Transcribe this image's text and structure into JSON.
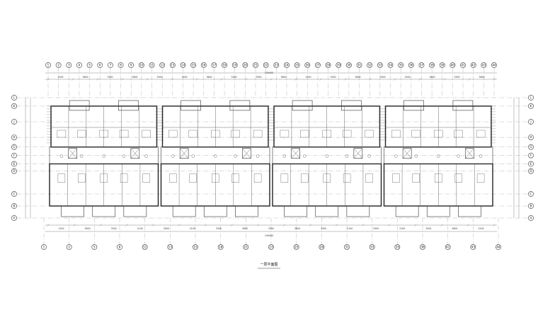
{
  "drawing": {
    "title": "一层平面图",
    "col_axes_top": [
      "1",
      "2",
      "3",
      "4",
      "5",
      "6",
      "7",
      "8",
      "9",
      "10",
      "11",
      "12",
      "13",
      "14",
      "15",
      "16",
      "17",
      "18",
      "19",
      "20",
      "21",
      "22",
      "23",
      "24",
      "25",
      "26",
      "27",
      "28",
      "29",
      "30",
      "31",
      "32",
      "33",
      "34",
      "35",
      "36",
      "37",
      "38",
      "39",
      "40",
      "41",
      "42",
      "43",
      "44"
    ],
    "col_axes_bottom": [
      "1",
      "2",
      "5",
      "8",
      "11",
      "13",
      "15",
      "18",
      "21",
      "23",
      "25",
      "28",
      "31",
      "33",
      "35",
      "38",
      "41",
      "43",
      "44"
    ],
    "row_axes": [
      "L",
      "K",
      "J",
      "H",
      "G",
      "F",
      "E",
      "D",
      "C",
      "B",
      "A"
    ],
    "top_dims": [
      "1500",
      "3600",
      "3300",
      "3600",
      "3300",
      "1500",
      "3600",
      "3300",
      "3300",
      "3600",
      "1500",
      "3300",
      "3600",
      "3300",
      "1500",
      "3600",
      "3300",
      "3600"
    ],
    "bottom_dims": [
      "1200",
      "3600",
      "3300",
      "2100",
      "3000",
      "2100",
      "3300",
      "3600",
      "3300",
      "3600",
      "3300",
      "2100",
      "3000",
      "2100",
      "3300",
      "3600",
      "1200"
    ],
    "overall_top": "109400",
    "overall_bottom": "109400"
  }
}
